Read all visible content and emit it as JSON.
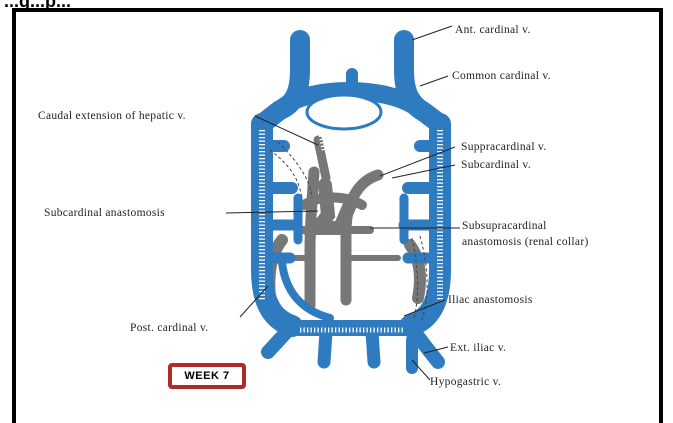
{
  "title_fragment": "...g...p...",
  "week_badge": "WEEK 7",
  "labels": {
    "ant_cardinal": "Ant. cardinal v.",
    "common_cardinal": "Common cardinal v.",
    "caudal_hepatic": "Caudal extension of hepatic v.",
    "supracardinal": "Suppracardinal v.",
    "subcardinal": "Subcardinal v.",
    "subcardinal_anastomosis": "Subcardinal anastomosis",
    "subsupracardinal_1": "Subsupracardinal",
    "subsupracardinal_2": "anastomosis (renal collar)",
    "iliac_anastomosis": "Iliac anastomosis",
    "post_cardinal": "Post. cardinal v.",
    "ext_iliac": "Ext. iliac v.",
    "hypogastric": "Hypogastric v."
  },
  "colors": {
    "cardinal_vein": "#2f7bc0",
    "supracardinal_vein": "#777777",
    "badge_border": "#b12a2a"
  }
}
